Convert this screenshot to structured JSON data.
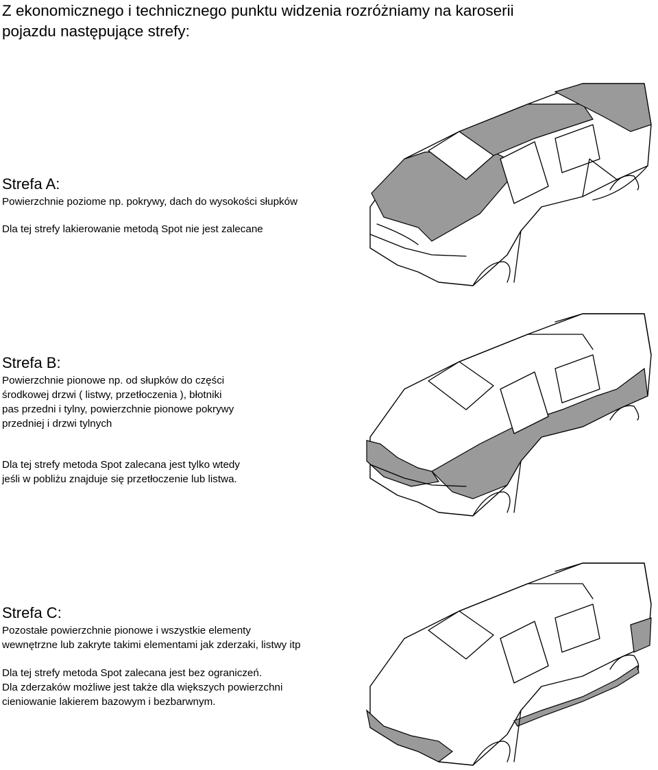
{
  "heading": {
    "line1": "Z ekonomicznego i technicznego punktu widzenia rozróżniamy na karoserii",
    "line2": "pojazdu następujące strefy:"
  },
  "zones": [
    {
      "title": "Strefa A:",
      "description": [
        "Powierzchnie poziome np. pokrywy, dach do wysokości słupków"
      ],
      "note": [
        "Dla tej strefy lakierowanie metodą Spot nie jest zalecane"
      ]
    },
    {
      "title": "Strefa B:",
      "description": [
        "Powierzchnie pionowe np. od słupków do części",
        "środkowej drzwi ( listwy, przetłoczenia ), błotniki",
        "pas przedni i tylny, powierzchnie pionowe pokrywy",
        "przedniej i drzwi tylnych"
      ],
      "note": [
        "Dla tej strefy metoda Spot zalecana jest tylko wtedy",
        "jeśli w pobliżu znajduje się przetłoczenie lub listwa."
      ]
    },
    {
      "title": "Strefa C:",
      "description": [
        "Pozostałe powierzchnie pionowe i wszystkie elementy",
        "wewnętrzne lub zakryte takimi elementami jak zderzaki, listwy itp"
      ],
      "note": [
        "Dla tej strefy metoda Spot zalecana jest bez ograniczeń.",
        "Dla zderzaków możliwe jest także dla większych powierzchni",
        "cieniowanie lakierem bazowym i bezbarwnym."
      ]
    }
  ],
  "colors": {
    "highlight": "#9a9a9a",
    "line": "#000000",
    "background": "#ffffff"
  }
}
